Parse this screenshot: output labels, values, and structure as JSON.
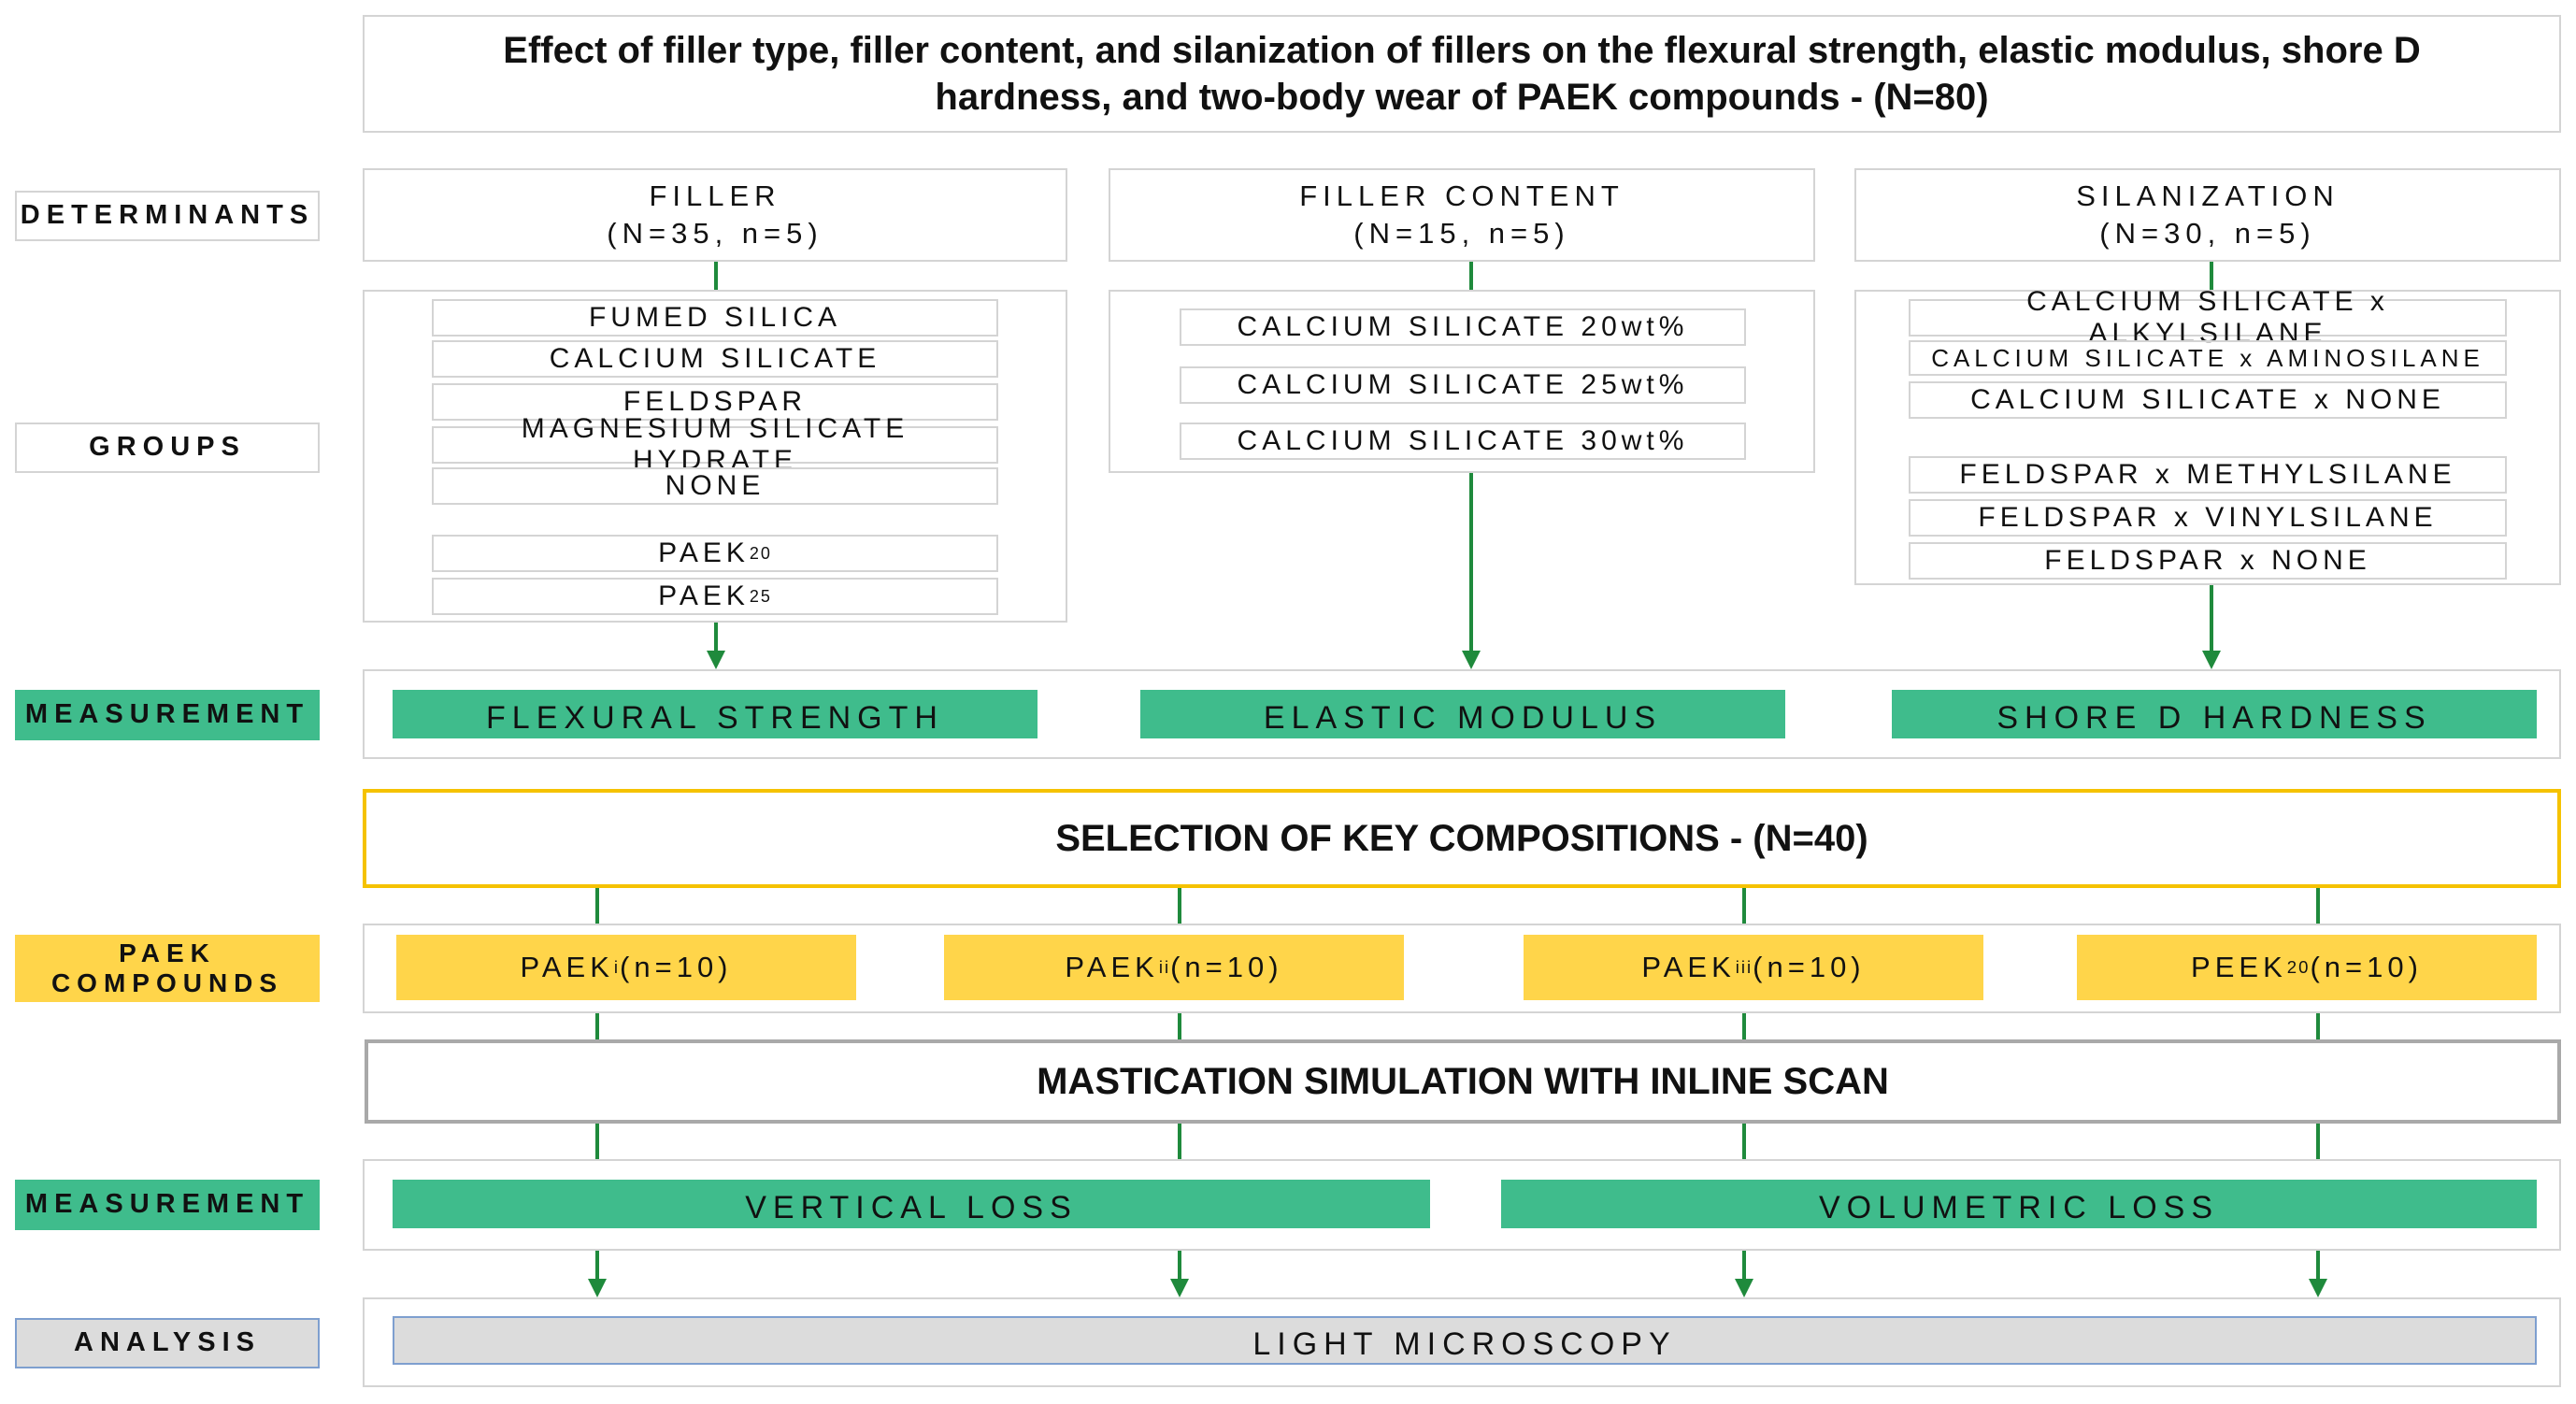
{
  "title": {
    "line1": "Effect of filler type, filler content, and silanization of fillers on the flexural strength, elastic modulus, shore D",
    "line2": "hardness, and two-body wear of PAEK compounds - (N=80)"
  },
  "side_labels": {
    "determinants": "DETERMINANTS",
    "groups": "GROUPS",
    "measurement1": "MEASUREMENT",
    "paek_line1": "PAEK",
    "paek_line2": "COMPOUNDS",
    "measurement2": "MEASUREMENT",
    "analysis": "ANALYSIS"
  },
  "determinants": [
    {
      "name": "FILLER",
      "count": "(N=35, n=5)"
    },
    {
      "name": "FILLER CONTENT",
      "count": "(N=15, n=5)"
    },
    {
      "name": "SILANIZATION",
      "count": "(N=30, n=5)"
    }
  ],
  "filler_groups": {
    "fumed_silica": "FUMED SILICA",
    "calcium_silicate": "CALCIUM SILICATE",
    "feldspar": "FELDSPAR",
    "magnesium": "MAGNESIUM SILICATE HYDRATE",
    "none": "NONE",
    "paek20_base": "PAEK",
    "paek20_sub": "20",
    "paek25_base": "PAEK",
    "paek25_sub": "25"
  },
  "content_groups": [
    "CALCIUM SILICATE 20wt%",
    "CALCIUM SILICATE 25wt%",
    "CALCIUM SILICATE 30wt%"
  ],
  "silanization_groups": [
    "CALCIUM SILICATE x ALKYLSILANE",
    "CALCIUM SILICATE x AMINOSILANE",
    "CALCIUM SILICATE x NONE",
    "FELDSPAR x METHYLSILANE",
    "FELDSPAR x VINYLSILANE",
    "FELDSPAR x NONE"
  ],
  "measurements1": [
    "FLEXURAL STRENGTH",
    "ELASTIC MODULUS",
    "SHORE D HARDNESS"
  ],
  "selection": "SELECTION OF KEY COMPOSITIONS - (N=40)",
  "compounds": [
    {
      "base": "PAEK",
      "sub": "i",
      "n": " (n=10)"
    },
    {
      "base": "PAEK",
      "sub": "ii",
      "n": " (n=10)"
    },
    {
      "base": "PAEK",
      "sub": "iii",
      "n": " (n=10)"
    },
    {
      "base": "PEEK",
      "sub": "20",
      "n": " (n=10)"
    }
  ],
  "simulation": "MASTICATION SIMULATION WITH INLINE SCAN",
  "measurements2": [
    "VERTICAL LOSS",
    "VOLUMETRIC LOSS"
  ],
  "analysis": "LIGHT MICROSCOPY",
  "colors": {
    "green": "#3fbc8c",
    "yellow": "#ffd54a",
    "yellow_border": "#f5c200",
    "grey_fill": "#dcdcdc",
    "arrow": "#1f8a3c"
  }
}
